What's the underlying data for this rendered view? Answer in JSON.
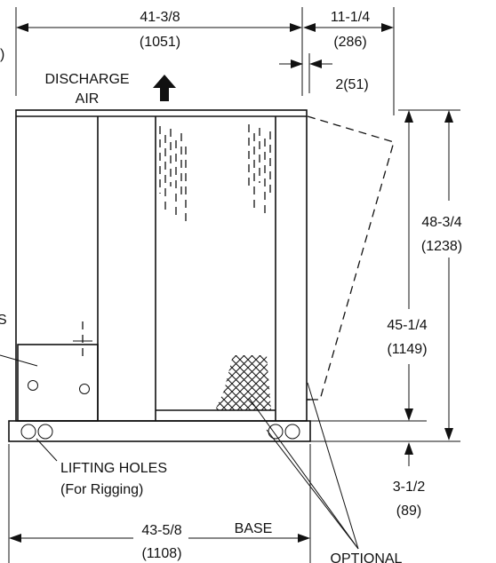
{
  "dimensions": {
    "unit_width": "41-3/8",
    "unit_width_mm": "(1051)",
    "panel_depth": "11-1/4",
    "panel_depth_mm": "(286)",
    "offset": "2(51)",
    "overall_height": "48-3/4",
    "overall_height_mm": "(1238)",
    "cabinet_height": "45-1/4",
    "cabinet_height_mm": "(1149)",
    "base_height": "3-1/2",
    "base_height_mm": "(89)",
    "base_width": "43-5/8",
    "base_width_mm": "(1108)"
  },
  "labels": {
    "discharge": "DISCHARGE",
    "air": "AIR",
    "lifting_holes": "LIFTING HOLES",
    "for_rigging": "(For Rigging)",
    "base": "BASE",
    "optional": "OPTIONAL",
    "cut_left_char": "S",
    "cut_top_char": ")"
  }
}
